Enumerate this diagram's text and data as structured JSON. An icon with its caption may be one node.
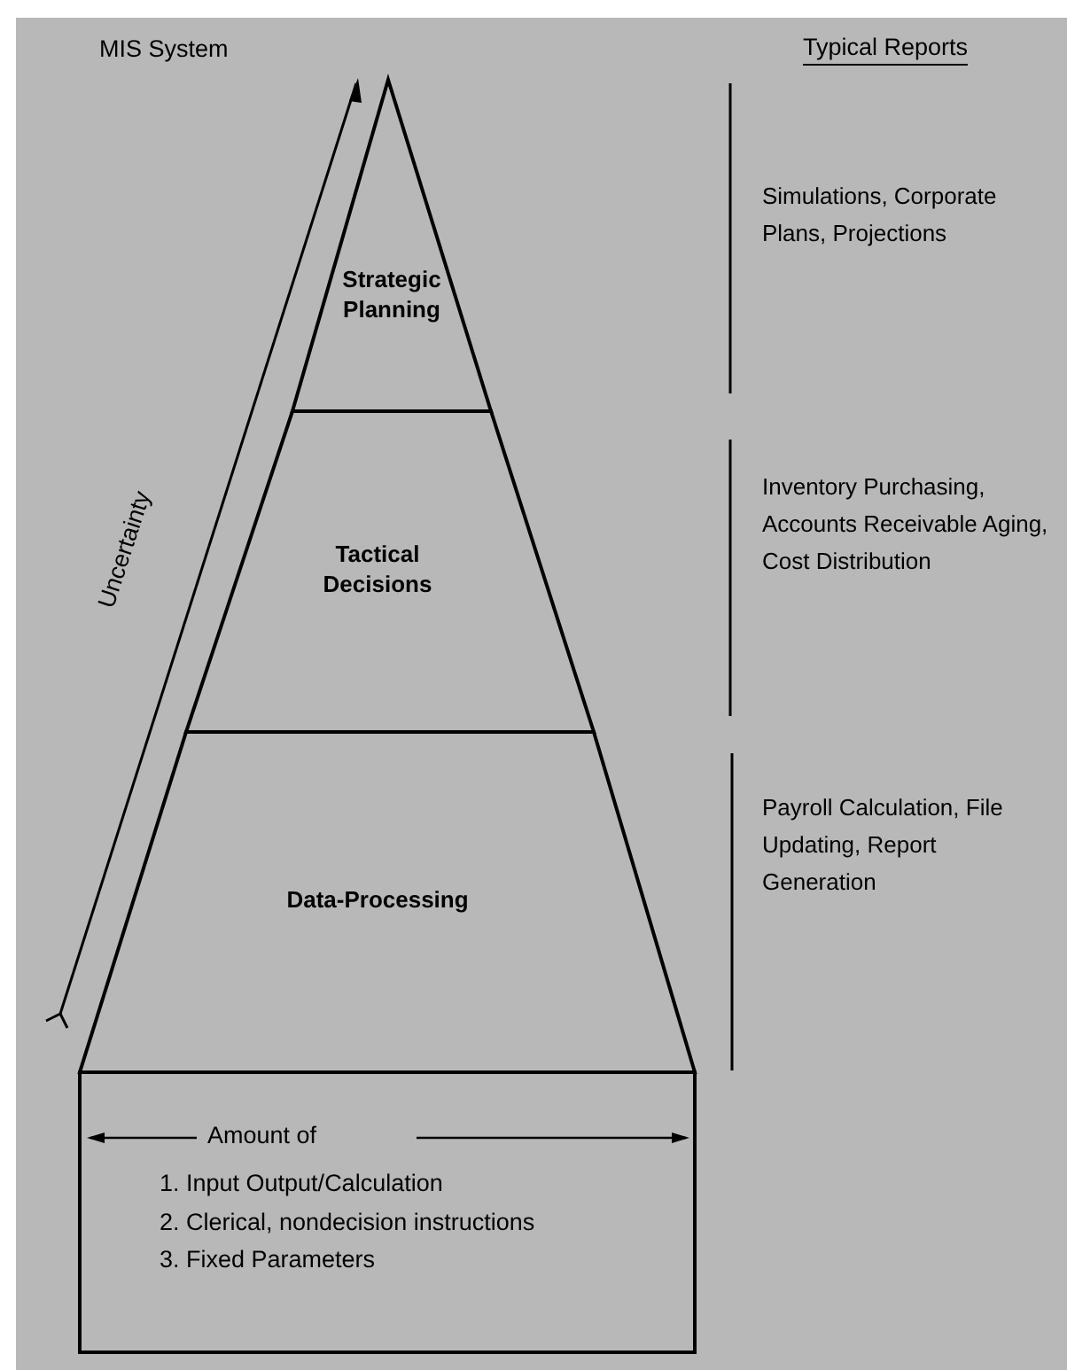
{
  "diagram": {
    "nodes": [
      {
        "text": [
          "Strategic Planning"
        ]
      },
      {
        "text": [
          "Tactical Decisions"
        ]
      },
      {
        "text": [
          "Data-Processing"
        ]
      },
      {
        "text": [
          "Amount of",
          "1. Input Output/Calculation",
          "2. Clerical, nondecision instructions",
          "3. Fixed Parameters"
        ]
      }
    ],
    "labels": [
      "MIS System",
      "Typical Reports",
      "Simulations, Corporate Plans, Projections",
      "Inventory Purchasing, Accounts Receivable Aging, Cost Distribution",
      "Payroll Calculation, File Updating, Report Generation",
      "Uncertainty"
    ]
  }
}
